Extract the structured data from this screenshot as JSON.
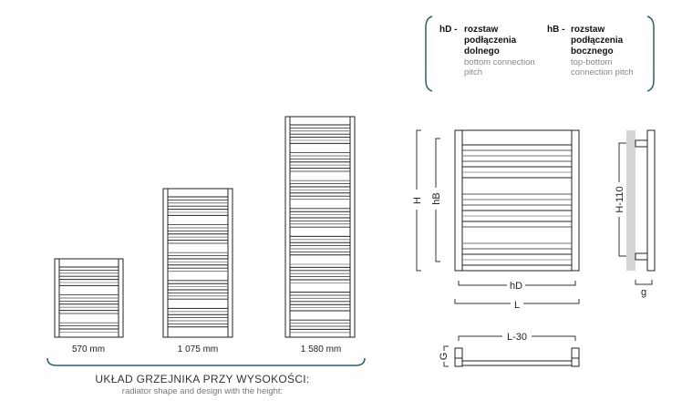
{
  "legend": {
    "hD": {
      "symbol": "hD -",
      "pl": [
        "rozstaw",
        "podłączenia",
        "dolnego"
      ],
      "en": [
        "bottom connection",
        "pitch"
      ]
    },
    "hB": {
      "symbol": "hB -",
      "pl": [
        "rozstaw",
        "podłączenia",
        "bocznego"
      ],
      "en": [
        "top-bottom",
        "connection pitch"
      ]
    }
  },
  "heights": [
    "570 mm",
    "1 075 mm",
    "1 580 mm"
  ],
  "caption": {
    "title": "UKŁAD GRZEJNIKA PRZY WYSOKOŚCI:",
    "subtitle": "radiator shape and design with the height:"
  },
  "dimensions": {
    "H": "H",
    "hB": "hB",
    "hD": "hD",
    "L": "L",
    "H110": "H-110",
    "g": "g",
    "L30": "L-30",
    "G": "G"
  },
  "colors": {
    "accent": "#2f5d6b",
    "line": "#222222",
    "wall": "#d4d4d4"
  }
}
